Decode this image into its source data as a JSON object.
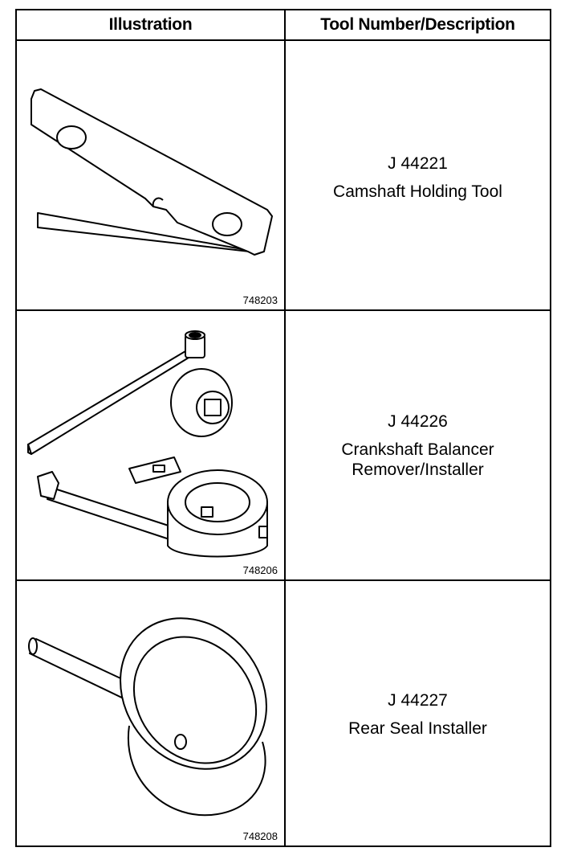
{
  "table": {
    "header": {
      "illustration": "Illustration",
      "description": "Tool Number/Description"
    },
    "rows": [
      {
        "tool_number": "J 44221",
        "description_lines": [
          "Camshaft Holding Tool"
        ],
        "figure_number": "748203",
        "icon": "camshaft-holding-plate"
      },
      {
        "tool_number": "J 44226",
        "description_lines": [
          "Crankshaft Balancer",
          "Remover/Installer"
        ],
        "figure_number": "748206",
        "icon": "balancer-tool-set"
      },
      {
        "tool_number": "J 44227",
        "description_lines": [
          "Rear Seal Installer"
        ],
        "figure_number": "748208",
        "icon": "seal-installer-cup"
      }
    ]
  }
}
